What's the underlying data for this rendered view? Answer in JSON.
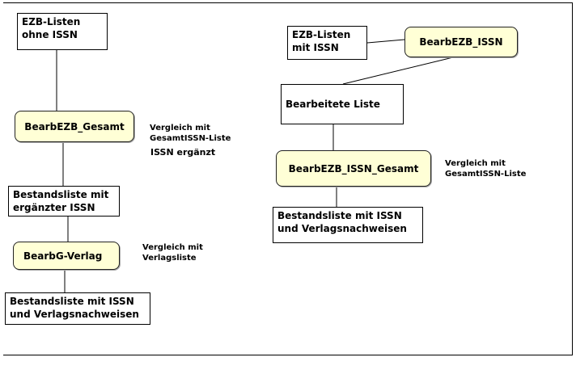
{
  "left_flow": {
    "box_ezb": "EZB-Listen\nohne   ISSN",
    "proc_gesamt": "BearbEZB_Gesamt",
    "note_vergleich_1": "Vergleich mit\nGesamtISSN-Liste",
    "note_issn": "ISSN ergänzt",
    "box_bestand_ergaenzt": "Bestandsliste mit\nergänzter ISSN",
    "proc_verlag": "BearbG-Verlag",
    "note_vergleich_2": "Vergleich mit\nVerlagsliste",
    "box_bestand_final": "Bestandsliste mit ISSN\nund Verlagsnachweisen"
  },
  "right_flow": {
    "box_ezb": "EZB-Listen\nmit ISSN",
    "proc_issn": "BearbEZB_ISSN",
    "box_bearbeitet": "Bearbeitete Liste",
    "proc_issn_gesamt": "BearbEZB_ISSN_Gesamt",
    "note_vergleich": "Vergleich mit\nGesamtISSN-Liste",
    "box_bestand_final": "Bestandsliste mit ISSN\nund Verlagsnachweisen"
  },
  "colors": {
    "process_fill": "#ffffd6",
    "line": "#000000"
  }
}
